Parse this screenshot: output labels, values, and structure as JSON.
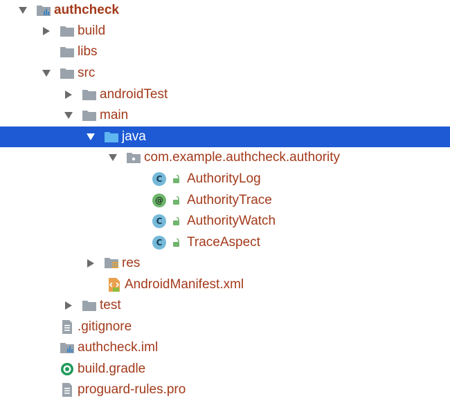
{
  "tree": {
    "root": {
      "label": "authcheck"
    },
    "build": {
      "label": "build"
    },
    "libs": {
      "label": "libs"
    },
    "src": {
      "label": "src"
    },
    "androidTest": {
      "label": "androidTest"
    },
    "main": {
      "label": "main"
    },
    "java": {
      "label": "java"
    },
    "package": {
      "label": "com.example.authcheck.authority"
    },
    "classes": [
      {
        "label": "AuthorityLog",
        "badge": "C"
      },
      {
        "label": "AuthorityTrace",
        "badge": "@"
      },
      {
        "label": "AuthorityWatch",
        "badge": "C"
      },
      {
        "label": "TraceAspect",
        "badge": "C"
      }
    ],
    "res": {
      "label": "res"
    },
    "manifest": {
      "label": "AndroidManifest.xml"
    },
    "test": {
      "label": "test"
    },
    "gitignore": {
      "label": ".gitignore"
    },
    "iml": {
      "label": "authcheck.iml"
    },
    "gradle": {
      "label": "build.gradle"
    },
    "proguard": {
      "label": "proguard-rules.pro"
    }
  },
  "colors": {
    "text": "#a33a1b",
    "selection": "#1d5ad4",
    "folder": "#9aa3ab",
    "class_badge": "#76b9d9",
    "annotation_badge": "#6fb56c"
  }
}
